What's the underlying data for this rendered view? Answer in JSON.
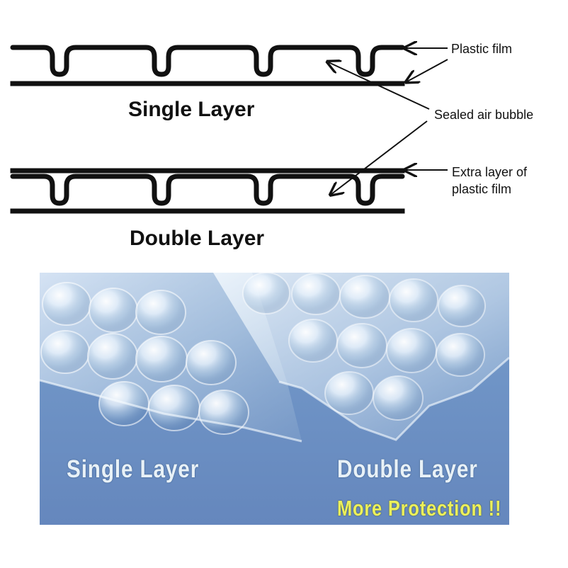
{
  "diagram": {
    "single_title": "Single Layer",
    "double_title": "Double Layer",
    "labels": {
      "plastic_film": "Plastic film",
      "sealed_air_bubble": "Sealed air bubble",
      "extra_layer_line1": "Extra layer of",
      "extra_layer_line2": "plastic film"
    }
  },
  "photo": {
    "single_label": "Single Layer",
    "double_label": "Double Layer",
    "protection_label": "More Protection !!"
  },
  "colors": {
    "ink": "#111111",
    "photo_background": "#7398c7",
    "bubble_label": "#e8f1f7",
    "protection_text": "#ecf05a"
  },
  "icons": {
    "arrow": "arrow-icon"
  }
}
